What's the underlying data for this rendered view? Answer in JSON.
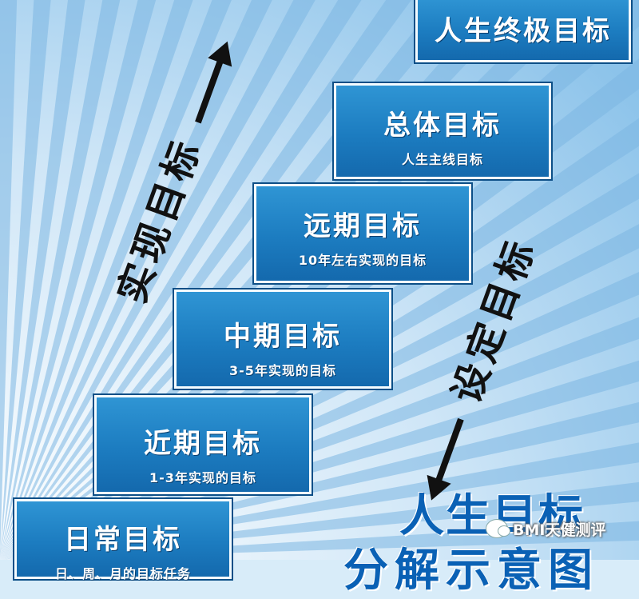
{
  "steps": [
    {
      "title": "日常目标",
      "sub": "日、周、月的目标任务"
    },
    {
      "title": "近期目标",
      "sub": "1-3年实现的目标"
    },
    {
      "title": "中期目标",
      "sub": "3-5年实现的目标"
    },
    {
      "title": "远期目标",
      "sub": "10年左右实现的目标"
    },
    {
      "title": "总体目标",
      "sub": "人生主线目标"
    },
    {
      "title": "人生终极目标"
    }
  ],
  "arrows": {
    "achieve": "实现目标",
    "setting": "设定目标"
  },
  "corner": {
    "line1": "人生目标",
    "line2": "分解示意图"
  },
  "watermark": {
    "text": "BMI天健测评",
    "icon": "wechat-icon"
  },
  "colors": {
    "step_fill": "#1c7cc0",
    "background": "#d8ecf9",
    "corner_text": "#0a61b5"
  }
}
